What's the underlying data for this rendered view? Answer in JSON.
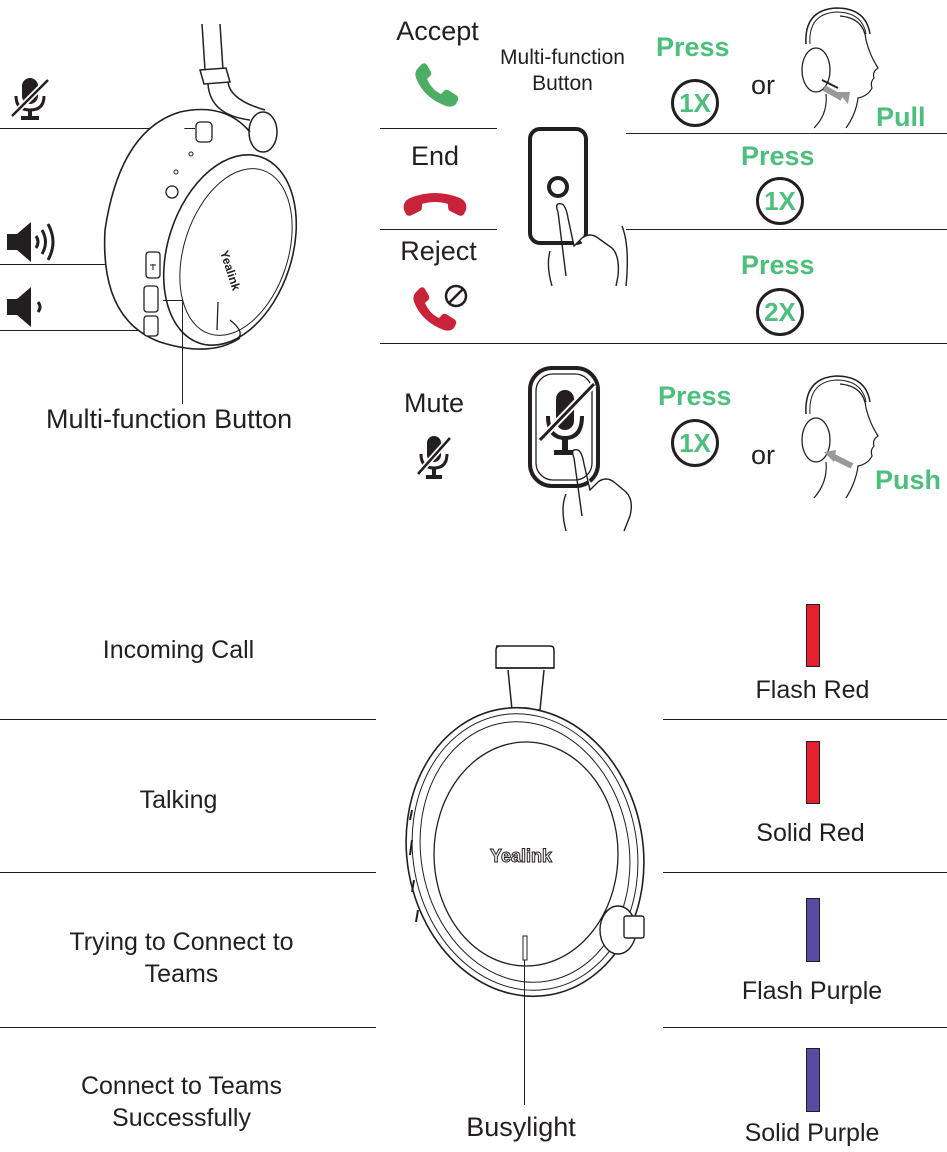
{
  "controls": {
    "headset_button_label": "Multi-function Button",
    "button_caption": "Multi-function\nButton",
    "rows": {
      "accept": {
        "label": "Accept",
        "press": "Press",
        "count": "1X",
        "or": "or",
        "gesture": "Pull"
      },
      "end": {
        "label": "End",
        "press": "Press",
        "count": "1X"
      },
      "reject": {
        "label": "Reject",
        "press": "Press",
        "count": "2X"
      },
      "mute": {
        "label": "Mute",
        "press": "Press",
        "count": "1X",
        "or": "or",
        "gesture": "Push"
      }
    },
    "brand": "Yealink"
  },
  "busylight": {
    "label": "Busylight",
    "brand": "Yealink",
    "states": [
      {
        "status": "Incoming Call",
        "light": "Flash Red",
        "color": "#e8202e"
      },
      {
        "status": "Talking",
        "light": "Solid Red",
        "color": "#e8202e"
      },
      {
        "status": "Trying to Connect to\nTeams",
        "light": "Flash Purple",
        "color": "#5a4aa0"
      },
      {
        "status": "Connect to Teams\nSuccessfully",
        "light": "Solid Purple",
        "color": "#5a4aa0"
      }
    ]
  },
  "colors": {
    "accent_green": "#4cbf7c",
    "call_green": "#4cae62",
    "call_red": "#c8233a",
    "line": "#231f20"
  }
}
